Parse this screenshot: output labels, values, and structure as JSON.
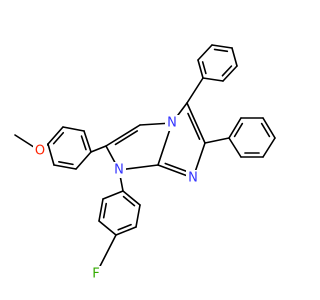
{
  "molecule": {
    "atoms": [
      {
        "id": "N_bridge",
        "symbol": "N",
        "color": "#3333ff"
      },
      {
        "id": "N_aryl",
        "symbol": "N",
        "color": "#3333ff"
      },
      {
        "id": "N_ring",
        "symbol": "N",
        "color": "#3333ff"
      },
      {
        "id": "O_methoxy",
        "symbol": "O",
        "color": "#ff2200"
      },
      {
        "id": "F",
        "symbol": "F",
        "color": "#33aa00"
      }
    ]
  }
}
